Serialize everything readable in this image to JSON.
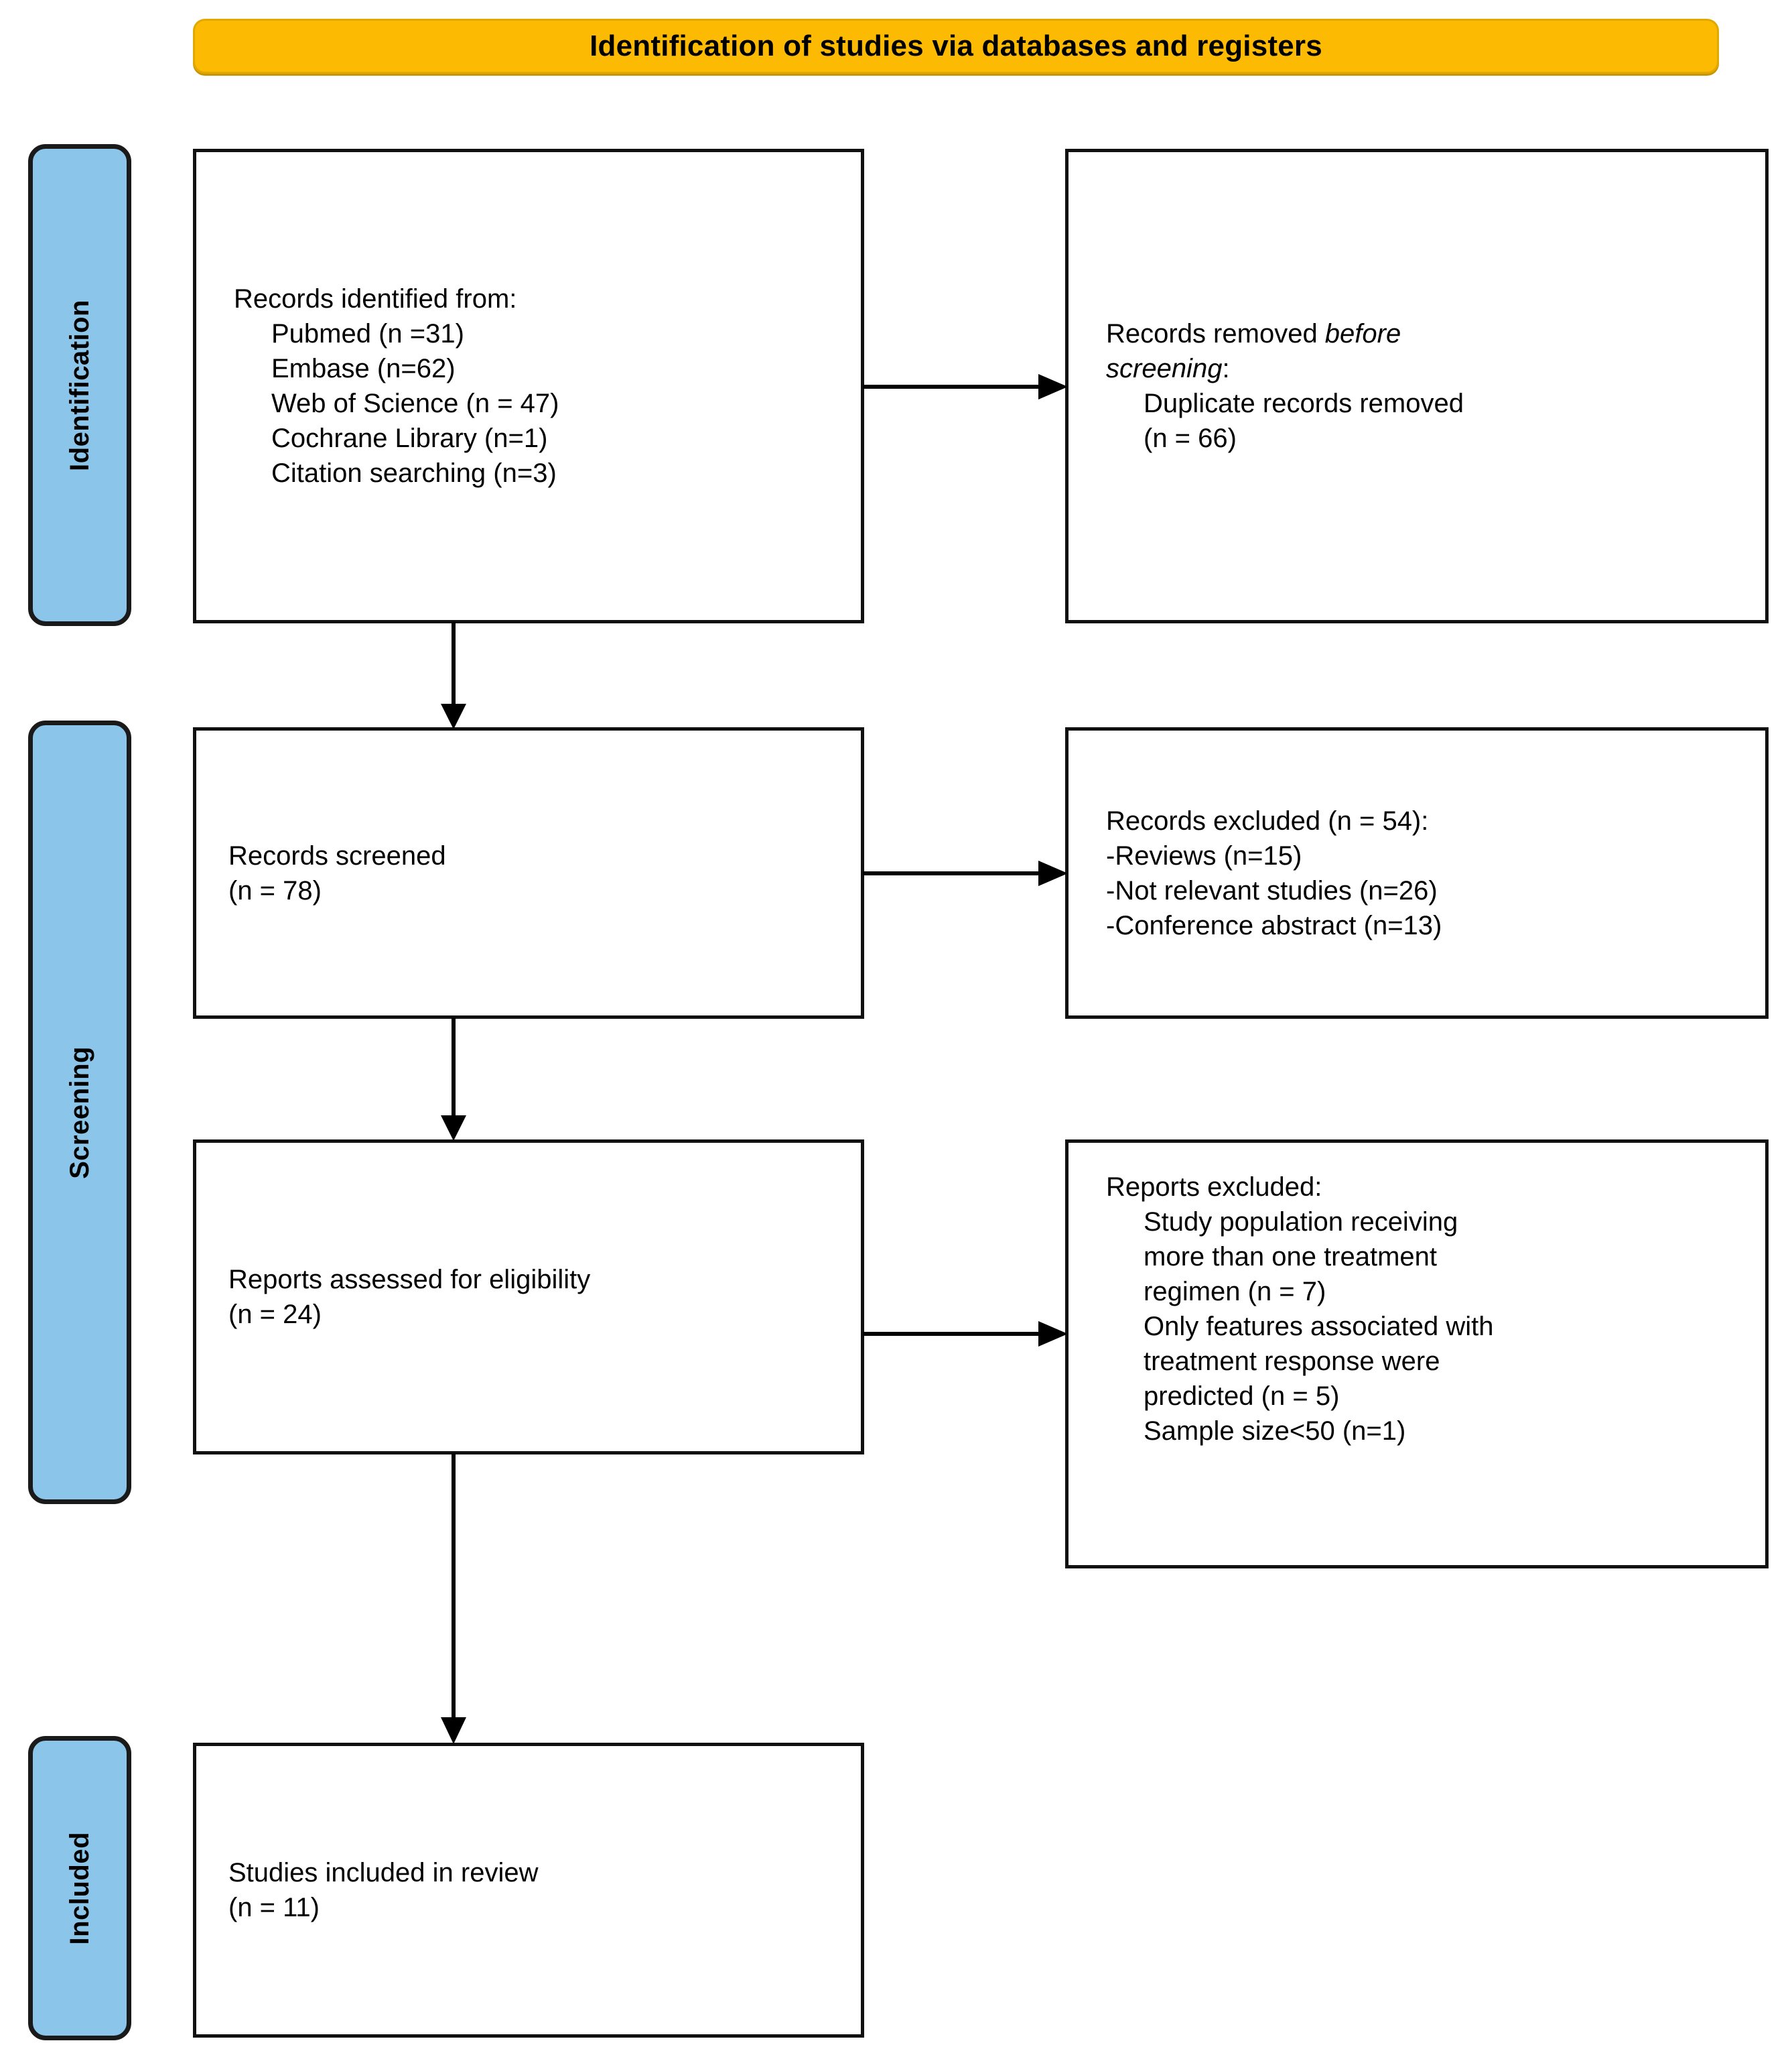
{
  "banner": {
    "title": "Identification of studies via databases and registers",
    "color": "#FCBA03"
  },
  "stage_labels": {
    "accent": "#8CC5EA",
    "identification": "Identification",
    "screening": "Screening",
    "included": "Included"
  },
  "boxes": {
    "identified": {
      "lines": [
        "Records identified from:",
        "Pubmed (n =31)",
        "Embase (n=62)",
        "Web of Science (n = 47)",
        "Cochrane Library (n=1)",
        "Citation searching (n=3)"
      ]
    },
    "removed": {
      "line1_a": "Records removed ",
      "line1_i": "before",
      "line2_i": "screening",
      "line2_b": ":",
      "line3": "Duplicate records removed",
      "line4": "(n = 66)"
    },
    "screened": {
      "lines": [
        "Records screened",
        "(n = 78)"
      ]
    },
    "records_excluded": {
      "lines": [
        "Records excluded (n = 54):",
        "-Reviews (n=15)",
        "-Not relevant studies (n=26)",
        "-Conference abstract (n=13)"
      ]
    },
    "eligibility": {
      "lines": [
        "Reports assessed for eligibility",
        "(n = 24)"
      ]
    },
    "reports_excluded": {
      "lines": [
        "Reports excluded:",
        "Study population receiving",
        "more than one treatment",
        "regimen (n = 7)",
        "Only features associated with",
        "treatment response were",
        "predicted (n = 5)",
        "Sample size<50 (n=1)"
      ]
    },
    "included": {
      "lines": [
        "Studies included in review",
        "(n = 11)"
      ]
    }
  },
  "chart_data": {
    "type": "diagram",
    "title": "Identification of studies via databases and registers",
    "flow": [
      {
        "stage": "Identification",
        "node": "Records identified from databases/registers",
        "counts": {
          "Pubmed": 31,
          "Embase": 62,
          "Web of Science": 47,
          "Cochrane Library": 1,
          "Citation searching": 3
        }
      },
      {
        "stage": "Identification",
        "node": "Records removed before screening",
        "counts": {
          "Duplicate records removed": 66
        }
      },
      {
        "stage": "Screening",
        "node": "Records screened",
        "n": 78
      },
      {
        "stage": "Screening",
        "node": "Records excluded",
        "n": 54,
        "counts": {
          "Reviews": 15,
          "Not relevant studies": 26,
          "Conference abstract": 13
        }
      },
      {
        "stage": "Screening",
        "node": "Reports assessed for eligibility",
        "n": 24
      },
      {
        "stage": "Screening",
        "node": "Reports excluded",
        "counts": {
          "Study population receiving more than one treatment regimen": 7,
          "Only features associated with treatment response were predicted": 5,
          "Sample size<50": 1
        }
      },
      {
        "stage": "Included",
        "node": "Studies included in review",
        "n": 11
      }
    ]
  }
}
